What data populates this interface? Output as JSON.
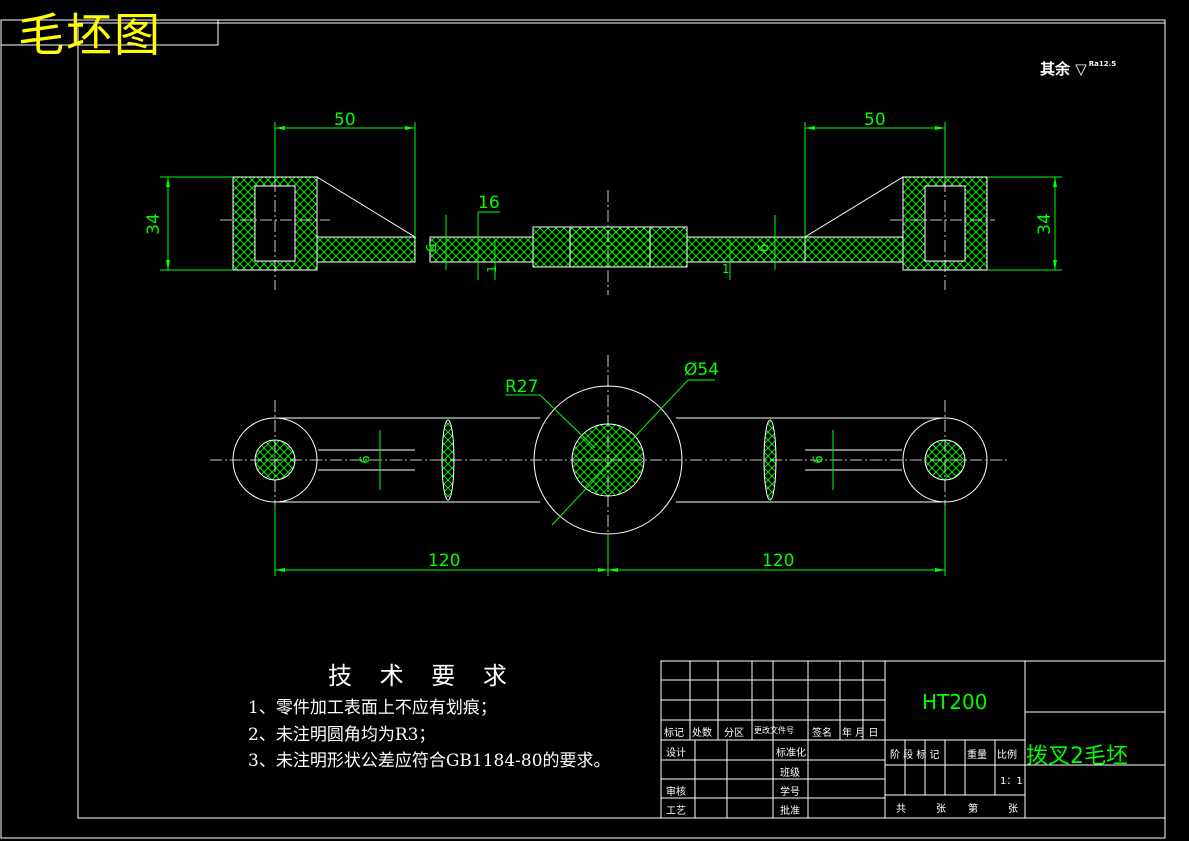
{
  "drawing": {
    "title_stamp": "毛坯图",
    "roughness_note": "其余",
    "roughness_value": "Ra12.5",
    "dims": {
      "left_width": "50",
      "right_width": "50",
      "left_height": "34",
      "right_height": "34",
      "slot_width": "16",
      "thickness_left": "6",
      "thickness_right": "6",
      "step_left": "1",
      "step_right": "1",
      "radius": "R27",
      "diameter": "Ø54",
      "left_span": "120",
      "right_span": "120",
      "slot_left_plan": "6",
      "slot_right_plan": "6"
    }
  },
  "requirements": {
    "title": "技 术 要 求",
    "items": [
      "1、零件加工表面上不应有划痕；",
      "2、未注明圆角均为R3；",
      "3、未注明形状公差应符合GB1184-80的要求。"
    ]
  },
  "title_block": {
    "material": "HT200",
    "part_name": "拨叉2毛坯",
    "row_labels": [
      "标记",
      "处数",
      "分区",
      "更改文件号",
      "签名",
      "年 月 日"
    ],
    "left_labels": [
      "设计",
      "审核",
      "工艺"
    ],
    "mid_labels": [
      "标准化",
      "班级",
      "学号",
      "批准"
    ],
    "stage_labels": [
      "阶 段 标 记",
      "重量",
      "比例"
    ],
    "scale": "1：1",
    "sheet_labels": [
      "共",
      "张",
      "第",
      "张"
    ]
  }
}
